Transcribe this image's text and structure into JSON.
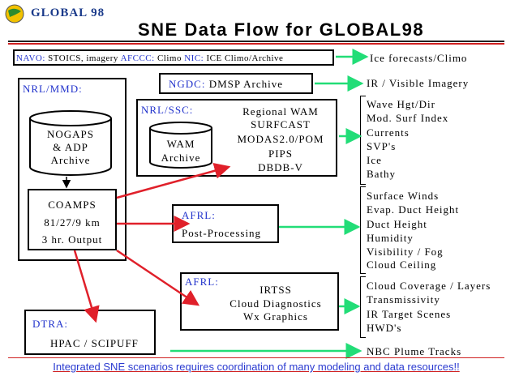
{
  "header": {
    "logo_text": "GLOBAL 98",
    "title": "SNE Data Flow for GLOBAL98"
  },
  "navo": {
    "org1": "NAVO:",
    "text1": " STOICS, imagery ",
    "org2": "AFCCC:",
    "text2": " Climo ",
    "org3": "NIC:",
    "text3": " ICE Climo/Archive"
  },
  "nrl_mmd": {
    "label": "NRL/MMD:",
    "nogaps": [
      "NOGAPS",
      "& ADP",
      "Archive"
    ],
    "coamps": [
      "COAMPS",
      "81/27/9 km",
      "3 hr. Output"
    ]
  },
  "ngdc": {
    "org": "NGDC:",
    "text": " DMSP Archive"
  },
  "nrl_ssc": {
    "label": "NRL/SSC:",
    "wam": [
      "WAM",
      "Archive"
    ],
    "products": [
      "Regional WAM",
      "SURFCAST",
      "MODAS2.0/POM",
      "PIPS",
      "DBDB-V"
    ]
  },
  "afrl_pp": {
    "label": "AFRL:",
    "text": "Post-Processing"
  },
  "afrl_ir": {
    "label": "AFRL:",
    "lines": [
      "IRTSS",
      "Cloud Diagnostics",
      "Wx Graphics"
    ]
  },
  "dtra": {
    "label": "DTRA:",
    "text": "HPAC / SCIPUFF"
  },
  "outputs": {
    "ice": "Ice forecasts/Climo",
    "ir": "IR / Visible Imagery",
    "ocean": [
      "Wave Hgt/Dir",
      "Mod. Surf Index",
      "Currents",
      "SVP's",
      "Ice",
      "Bathy"
    ],
    "atmos": [
      "Surface Winds",
      "Evap. Duct Height",
      "Duct Height",
      "Humidity",
      "Visibility / Fog",
      "Cloud Ceiling"
    ],
    "cloud": [
      "Cloud Coverage / Layers",
      "Transmissivity",
      "IR Target Scenes",
      "HWD's"
    ],
    "nbc": "NBC Plume Tracks"
  },
  "footer": "Integrated SNE scenarios requires coordination of many modeling and data resources!!",
  "colors": {
    "org": "#2233cc",
    "green_arrow": "#22dd77",
    "red_arrow": "#e0202a"
  }
}
